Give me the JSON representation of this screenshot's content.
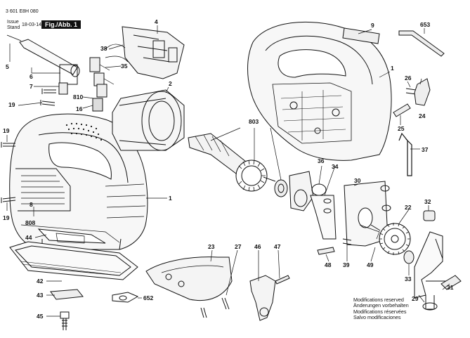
{
  "header": {
    "doc_number": "3 601 E8H 080",
    "issue_label_1": "Issue",
    "issue_label_2": "Stand",
    "issue_date": "18-03-14",
    "figure_label": "Fig./Abb. 1"
  },
  "callouts": [
    {
      "id": "c5",
      "label": "5"
    },
    {
      "id": "c6",
      "label": "6"
    },
    {
      "id": "c7",
      "label": "7"
    },
    {
      "id": "c19a",
      "label": "19"
    },
    {
      "id": "c19b",
      "label": "19"
    },
    {
      "id": "c19c",
      "label": "19"
    },
    {
      "id": "c38",
      "label": "38"
    },
    {
      "id": "c4",
      "label": "4"
    },
    {
      "id": "c35",
      "label": "35"
    },
    {
      "id": "c810",
      "label": "810"
    },
    {
      "id": "c16",
      "label": "16"
    },
    {
      "id": "c2",
      "label": "2"
    },
    {
      "id": "c803",
      "label": "803"
    },
    {
      "id": "c8",
      "label": "8"
    },
    {
      "id": "c808",
      "label": "808"
    },
    {
      "id": "c1a",
      "label": "1"
    },
    {
      "id": "c1b",
      "label": "1"
    },
    {
      "id": "c9",
      "label": "9"
    },
    {
      "id": "c653",
      "label": "653"
    },
    {
      "id": "c26",
      "label": "26"
    },
    {
      "id": "c24",
      "label": "24"
    },
    {
      "id": "c25",
      "label": "25"
    },
    {
      "id": "c37",
      "label": "37"
    },
    {
      "id": "c36",
      "label": "36"
    },
    {
      "id": "c34",
      "label": "34"
    },
    {
      "id": "c30",
      "label": "30"
    },
    {
      "id": "c22",
      "label": "22"
    },
    {
      "id": "c32",
      "label": "32"
    },
    {
      "id": "c44",
      "label": "44"
    },
    {
      "id": "c42",
      "label": "42"
    },
    {
      "id": "c43",
      "label": "43"
    },
    {
      "id": "c45",
      "label": "45"
    },
    {
      "id": "c652",
      "label": "652"
    },
    {
      "id": "c23",
      "label": "23"
    },
    {
      "id": "c27",
      "label": "27"
    },
    {
      "id": "c46",
      "label": "46"
    },
    {
      "id": "c47",
      "label": "47"
    },
    {
      "id": "c48",
      "label": "48"
    },
    {
      "id": "c39",
      "label": "39"
    },
    {
      "id": "c49",
      "label": "49"
    },
    {
      "id": "c33",
      "label": "33"
    },
    {
      "id": "c31",
      "label": "31"
    },
    {
      "id": "c29",
      "label": "29"
    }
  ],
  "notes": [
    "Modifications reserved",
    "Änderungen vorbehalten",
    "Modifications réservées",
    "Salvo modificaciones"
  ]
}
